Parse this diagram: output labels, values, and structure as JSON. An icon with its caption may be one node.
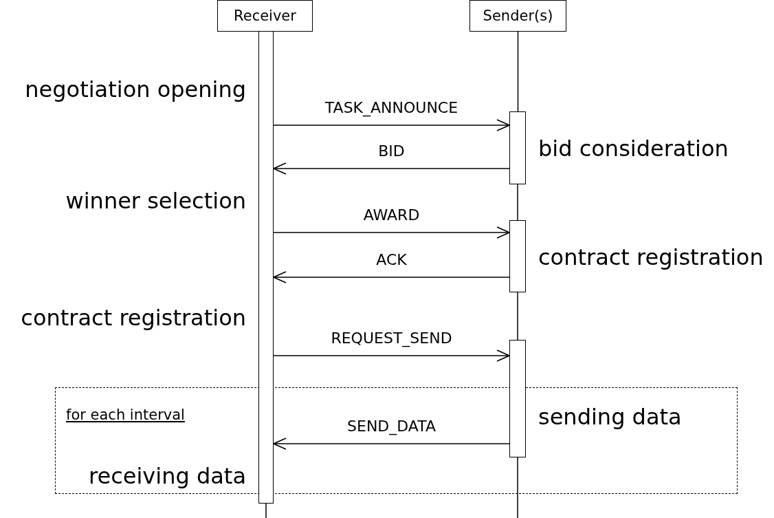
{
  "diagram": {
    "nodes": [
      {
        "text": [
          "Receiver"
        ]
      },
      {
        "text": [
          "Sender(s)"
        ]
      },
      {
        "text": [],
        "shape": "bar",
        "beside": [
          "negotiation opening",
          "winner selection",
          "contract registration",
          "receiving data"
        ]
      },
      {
        "text": [],
        "shape": "bar",
        "beside": [
          "bid consideration"
        ]
      },
      {
        "text": [],
        "shape": "bar",
        "beside": [
          "contract registration"
        ]
      },
      {
        "text": [],
        "shape": "bar",
        "beside": [
          "sending data"
        ]
      }
    ],
    "edges": [
      {
        "from": 2,
        "to": null,
        "arrow": "none"
      },
      {
        "from": 1,
        "to": 3,
        "arrow": "none"
      },
      {
        "from": 3,
        "to": 4,
        "arrow": "none"
      },
      {
        "from": 4,
        "to": 5,
        "arrow": "none"
      },
      {
        "from": 5,
        "to": null,
        "arrow": "none"
      },
      {
        "from": 2,
        "to": 3,
        "arrow": "to",
        "label": "TASK_ANNOUNCE"
      },
      {
        "from": 3,
        "to": 2,
        "arrow": "to",
        "label": "BID"
      },
      {
        "from": 2,
        "to": 4,
        "arrow": "to",
        "label": "AWARD"
      },
      {
        "from": 4,
        "to": 2,
        "arrow": "to",
        "label": "ACK"
      },
      {
        "from": 2,
        "to": 5,
        "arrow": "to",
        "label": "REQUEST_SEND"
      },
      {
        "from": 5,
        "to": 2,
        "arrow": "to",
        "label": "SEND_DATA"
      }
    ],
    "labels": [
      "for each interval"
    ]
  }
}
